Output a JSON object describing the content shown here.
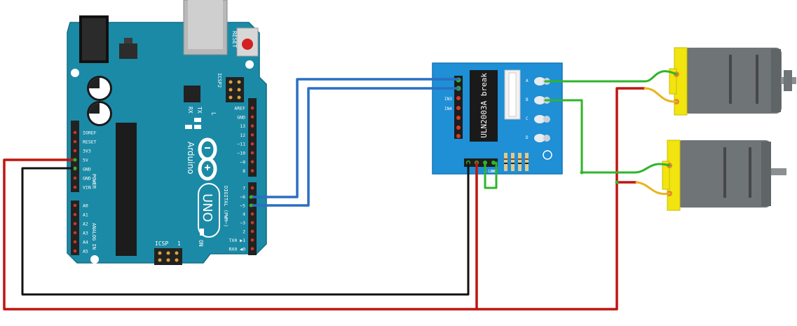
{
  "arduino": {
    "brand": "Arduino",
    "model": "UNO",
    "reset_label": "RESET",
    "icsp2_label": "ICSP2",
    "icsp_label": "ICSP",
    "on_label": "ON",
    "led_l": "L",
    "led_tx": "TX",
    "led_rx": "RX",
    "power_header_label": "POWER",
    "analog_header_label": "ANALOG IN",
    "digital_header_label": "DIGITAL (PWM~)",
    "icsp_pin1": "1",
    "power_pins": [
      "IOREF",
      "RESET",
      "3V3",
      "5V",
      "GND",
      "GND",
      "VIN"
    ],
    "analog_pins": [
      "A0",
      "A1",
      "A2",
      "A3",
      "A4",
      "A5"
    ],
    "digital_top_pins": [
      "AREF",
      "GND",
      "13",
      "12",
      "~11",
      "~10",
      "~9",
      "8"
    ],
    "digital_bottom_pins": [
      "7",
      "~6",
      "~5",
      "4",
      "~3",
      "2",
      "TX0 ▶1",
      "RX0 ◀0"
    ]
  },
  "driver": {
    "chip_label": "ULN2003A break",
    "input_labels": [
      "IN3",
      "IN4"
    ],
    "output_labels": [
      "A",
      "B",
      "C",
      "D"
    ],
    "power_pin_labels": [
      "5-12V",
      "GND"
    ]
  },
  "wire_colors": {
    "power": "#c0150f",
    "ground": "#111111",
    "signal": "#2a6fc4",
    "motor": "#2fb52a",
    "motor_lead": "#e8b51d"
  },
  "components": {
    "board_color": "#1b8aa6",
    "driver_color": "#1f8fd6",
    "motor_body": "#6f7477",
    "motor_cap": "#f2e40f"
  }
}
